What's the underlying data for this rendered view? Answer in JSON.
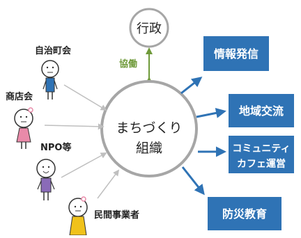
{
  "hub": {
    "line1": "まちづくり",
    "line2": "組織"
  },
  "government": {
    "label": "行政"
  },
  "cooperation": {
    "label": "協働"
  },
  "actors": [
    {
      "label": "自治町会"
    },
    {
      "label": "商店会"
    },
    {
      "label": "NPO等"
    },
    {
      "label": "民間事業者"
    }
  ],
  "outputs": [
    {
      "label": "情報発信"
    },
    {
      "label": "地域交流"
    },
    {
      "label": "コミュニティ",
      "label2": "カフェ運営"
    },
    {
      "label": "防災教育"
    }
  ],
  "colors": {
    "box": "#2f73b5",
    "arrow": "#2f73b5",
    "cooperation": "#6f9a3a",
    "circle": "#a6a6a6",
    "shirt_blue": "#2f73b5",
    "shirt_pink": "#e98aa9",
    "shirt_purple": "#8a6bb8",
    "shirt_yellow": "#f0c21b"
  }
}
